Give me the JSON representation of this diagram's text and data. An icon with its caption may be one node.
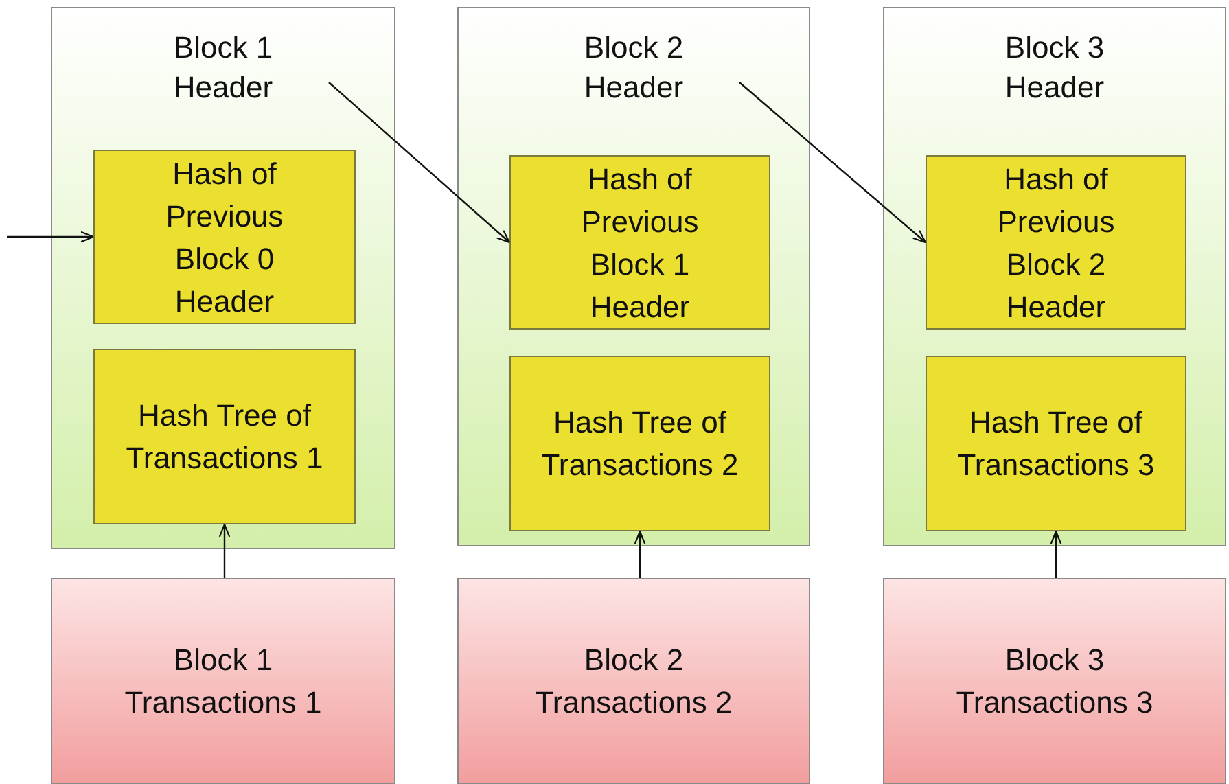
{
  "diagram": {
    "nodes": [
      {
        "text": [
          "Block 1 Header"
        ]
      },
      {
        "text": [
          "Hash of Previous Block 0 Header"
        ],
        "in": 0
      },
      {
        "text": [
          "Hash Tree of Transactions 1"
        ],
        "in": 0
      },
      {
        "text": [
          "Block 2 Header"
        ]
      },
      {
        "text": [
          "Hash of Previous Block 1 Header"
        ],
        "in": 3
      },
      {
        "text": [
          "Hash Tree of Transactions 2"
        ],
        "in": 3
      },
      {
        "text": [
          "Block 3 Header"
        ]
      },
      {
        "text": [
          "Hash of Previous Block 2 Header"
        ],
        "in": 6
      },
      {
        "text": [
          "Hash Tree of Transactions 3"
        ],
        "in": 6
      },
      {
        "text": [
          "Block 1 Transactions 1"
        ]
      },
      {
        "text": [
          "Block 2 Transactions 2"
        ]
      },
      {
        "text": [
          "Block 3 Transactions 3"
        ]
      }
    ],
    "edges": [
      {
        "from": null,
        "to": 1,
        "arrow": "to"
      },
      {
        "from": 0,
        "to": 4,
        "arrow": "to"
      },
      {
        "from": 3,
        "to": 7,
        "arrow": "to"
      },
      {
        "from": 9,
        "to": 2,
        "arrow": "to"
      },
      {
        "from": 10,
        "to": 5,
        "arrow": "to"
      },
      {
        "from": 11,
        "to": 8,
        "arrow": "to"
      }
    ]
  }
}
